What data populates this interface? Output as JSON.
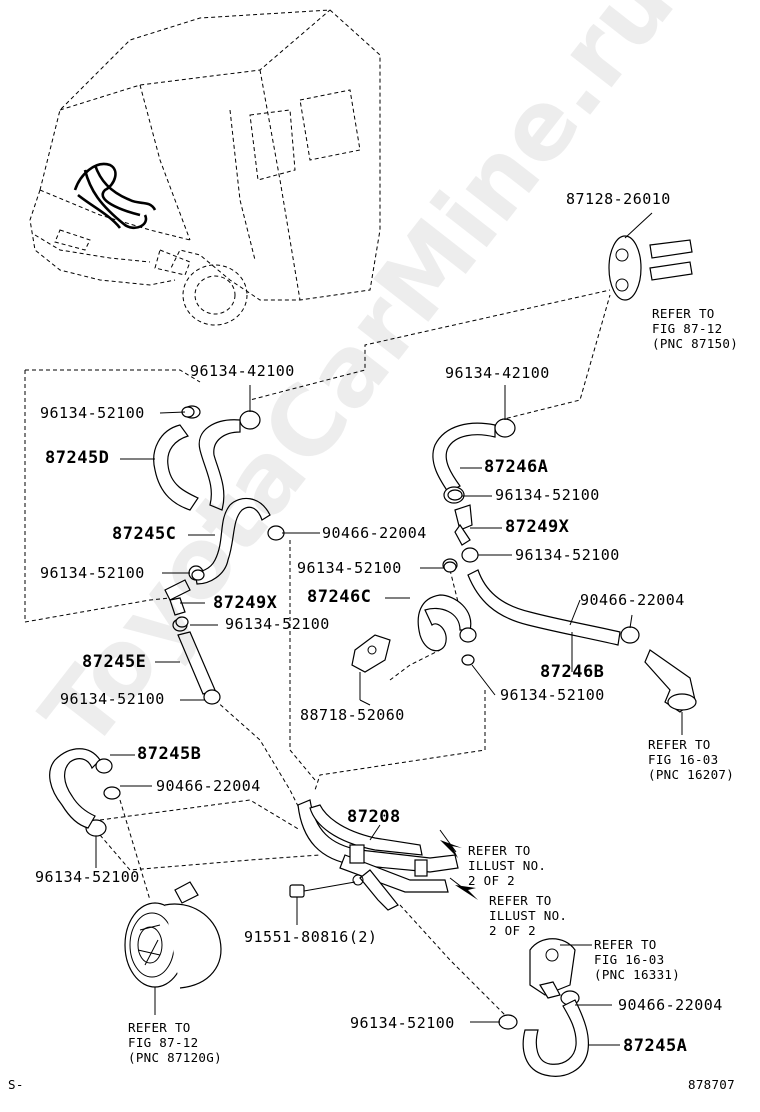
{
  "labels": {
    "p87128": "87128-26010",
    "refer_fig8712_a": [
      "REFER TO",
      "FIG 87-12",
      "(PNC 87150)"
    ],
    "c9613442100_l": "96134-42100",
    "c9613442100_r": "96134-42100",
    "c9613452100_a": "96134-52100",
    "h87245D": "87245D",
    "h87246A": "87246A",
    "c9613452100_b": "96134-52100",
    "h87245C": "87245C",
    "c9046622004_a": "90466-22004",
    "j87249X_r": "87249X",
    "c9613452100_c": "96134-52100",
    "c9613452100_d": "96134-52100",
    "c9613452100_e": "96134-52100",
    "h87246C": "87246C",
    "j87249X_l": "87249X",
    "c9046622004_b": "90466-22004",
    "c9613452100_f": "96134-52100",
    "h87245E": "87245E",
    "h87246B": "87246B",
    "c9613452100_g": "96134-52100",
    "c9613452100_h": "96134-52100",
    "p88718": "88718-52060",
    "refer_fig1603_a": [
      "REFER TO",
      "FIG 16-03",
      "(PNC 16207)"
    ],
    "h87245B": "87245B",
    "c9046622004_c": "90466-22004",
    "p87208": "87208",
    "refer_illust_a": [
      "REFER TO",
      "ILLUST NO.",
      "2 OF 2"
    ],
    "refer_illust_b": [
      "REFER TO",
      "ILLUST NO.",
      "2 OF 2"
    ],
    "c9613452100_i": "96134-52100",
    "b91551": "91551-80816(2)",
    "refer_fig1603_b": [
      "REFER TO",
      "FIG 16-03",
      "(PNC 16331)"
    ],
    "c9046622004_d": "90466-22004",
    "refer_fig8712_b": [
      "REFER TO",
      "FIG 87-12",
      "(PNC 87120G)"
    ],
    "c9613452100_j": "96134-52100",
    "h87245A": "87245A",
    "corner_left": "S-",
    "corner_right": "878707"
  },
  "watermark": "ToyotaCarMine.ru"
}
